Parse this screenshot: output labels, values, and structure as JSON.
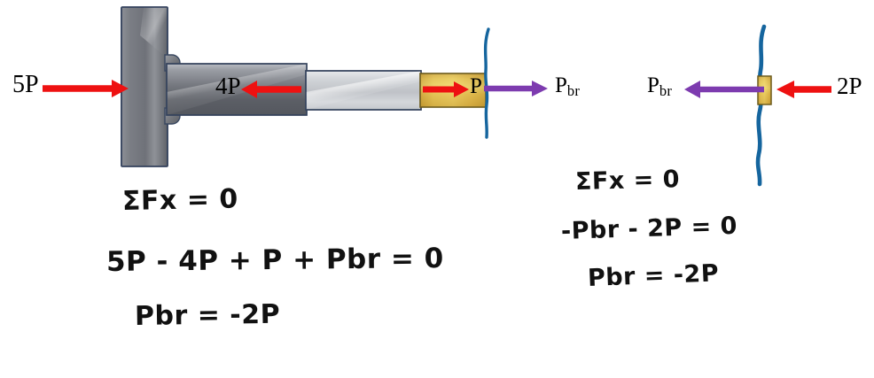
{
  "figure": {
    "title": "Axial bar free-body diagram with equilibrium equations",
    "background_color": "#ffffff"
  },
  "colors": {
    "load_arrow_red": "#ee1111",
    "reaction_arrow_purple": "#7d3baf",
    "cut_line_blue": "#15659e",
    "brass_segment": "#d9a832",
    "brass_highlight": "#f3dd84",
    "steel_dark": "#5d5d63",
    "steel_light": "#cfd2d6",
    "outline": "#2b3a52",
    "ink_black": "#111111"
  },
  "left_diagram": {
    "name": "stepped-bar-free-body",
    "wall": {
      "label": "fixed-support-wall"
    },
    "segments": [
      {
        "name": "segment-large-steel",
        "material": "steel",
        "shade": "dark"
      },
      {
        "name": "segment-small-steel",
        "material": "steel",
        "shade": "light"
      },
      {
        "name": "segment-brass",
        "material": "brass",
        "shade": "gold"
      }
    ],
    "forces": [
      {
        "name": "force-5p",
        "label": "5P",
        "direction": "right",
        "color": "#ee1111",
        "position": "far-left-external"
      },
      {
        "name": "force-4p",
        "label": "4P",
        "direction": "left",
        "color": "#ee1111",
        "position": "on-large-steel-segment"
      },
      {
        "name": "force-p",
        "label": "P",
        "direction": "right",
        "color": "#ee1111",
        "position": "on-brass-segment"
      },
      {
        "name": "force-pbr",
        "label": "P",
        "sublabel": "br",
        "direction": "right",
        "color": "#7d3baf",
        "position": "right-of-cut"
      }
    ],
    "cut": {
      "name": "section-cut-line",
      "color": "#15659e"
    }
  },
  "right_diagram": {
    "name": "brass-element-free-body",
    "forces": [
      {
        "name": "force-pbr-right",
        "label": "P",
        "sublabel": "br",
        "direction": "left",
        "color": "#7d3baf"
      },
      {
        "name": "force-2p",
        "label": "2P",
        "direction": "left",
        "color": "#ee1111"
      }
    ],
    "element": {
      "name": "brass-element",
      "material": "brass"
    },
    "cut": {
      "name": "section-cut-line",
      "color": "#15659e"
    }
  },
  "equations_left": {
    "name": "equilibrium-equations-left",
    "lines": [
      "ΣFx = 0",
      "5P - 4P + P + Pbr = 0",
      "Pbr = -2P"
    ]
  },
  "equations_right": {
    "name": "equilibrium-equations-right",
    "lines": [
      "ΣFx = 0",
      "-Pbr - 2P = 0",
      "Pbr = -2P"
    ]
  }
}
